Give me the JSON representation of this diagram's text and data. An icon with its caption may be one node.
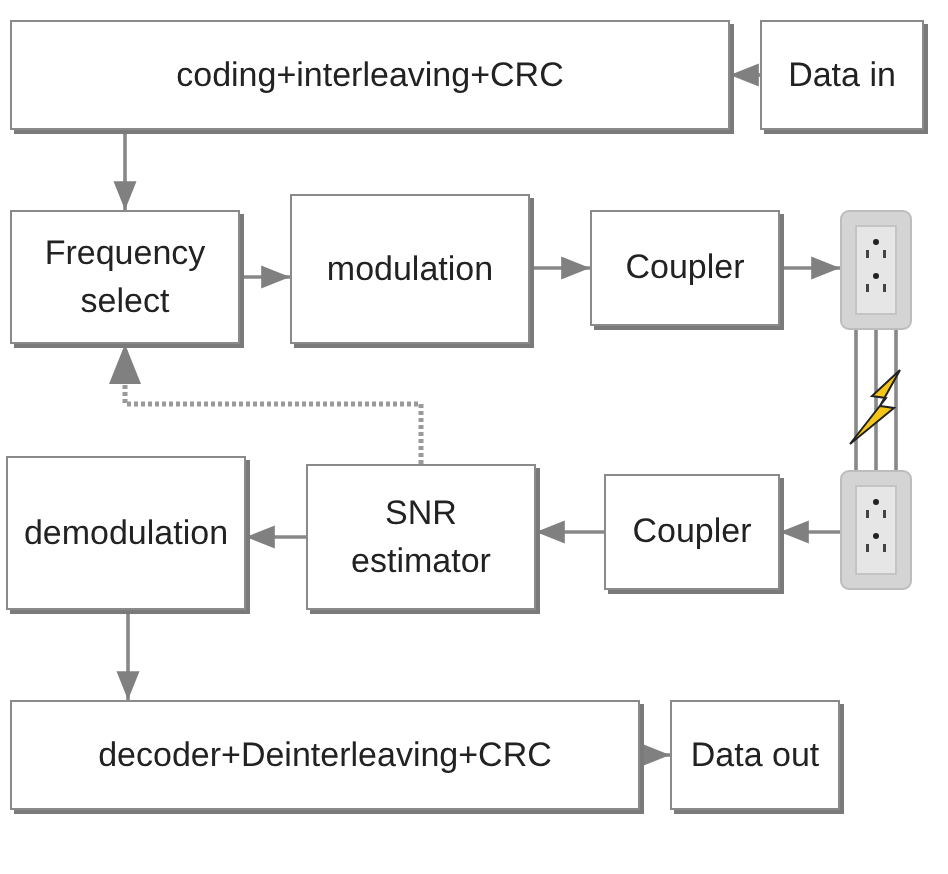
{
  "diagram": {
    "nodes": [
      {
        "text": [
          "coding+interleaving+CRC"
        ]
      },
      {
        "text": [
          "Data in"
        ]
      },
      {
        "text": [
          "Frequency select"
        ]
      },
      {
        "text": [
          "modulation"
        ]
      },
      {
        "text": [
          "Coupler"
        ]
      },
      {
        "text": [],
        "shape": "picture"
      },
      {
        "text": [],
        "shape": "picture"
      },
      {
        "text": [
          "demodulation"
        ]
      },
      {
        "text": [
          "SNR estimator"
        ]
      },
      {
        "text": [
          "Coupler"
        ]
      },
      {
        "text": [
          "decoder+Deinterleaving+CRC"
        ]
      },
      {
        "text": [
          "Data out"
        ]
      }
    ],
    "edges": [
      {
        "from": 1,
        "to": 0,
        "arrow": "to"
      },
      {
        "from": 0,
        "to": 2,
        "arrow": "to"
      },
      {
        "from": 2,
        "to": 3,
        "arrow": "to"
      },
      {
        "from": 3,
        "to": 4,
        "arrow": "to"
      },
      {
        "from": 4,
        "to": 5,
        "arrow": "to"
      },
      {
        "from": 5,
        "to": 6,
        "arrow": "none"
      },
      {
        "from": 5,
        "to": 6,
        "arrow": "none"
      },
      {
        "from": 5,
        "to": 6,
        "arrow": "none"
      },
      {
        "from": 6,
        "to": 9,
        "arrow": "to"
      },
      {
        "from": 9,
        "to": 8,
        "arrow": "to"
      },
      {
        "from": 8,
        "to": 7,
        "arrow": "to"
      },
      {
        "from": 8,
        "to": 2,
        "arrow": "to",
        "style": "dashed"
      },
      {
        "from": 7,
        "to": 10,
        "arrow": "to"
      },
      {
        "from": 10,
        "to": 11,
        "arrow": "to"
      }
    ]
  }
}
